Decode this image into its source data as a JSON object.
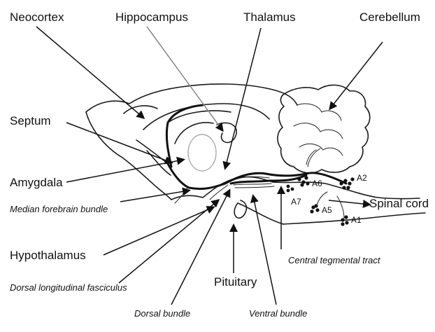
{
  "labels": {
    "neocortex": "Neocortex",
    "hippocampus": "Hippocampus",
    "thalamus": "Thalamus",
    "cerebellum": "Cerebellum",
    "septum": "Septum",
    "amygdala": "Amygdala",
    "median_forebrain_bundle": "Median forebrain bundle",
    "hypothalamus": "Hypothalamus",
    "dorsal_longitudinal_fasciculus": "Dorsal longitudinal fasciculus",
    "dorsal_bundle": "Dorsal bundle",
    "ventral_bundle": "Ventral bundle",
    "pituitary": "Pituitary",
    "central_tegmental_tract": "Central tegmental tract",
    "spinal_cord": "Spinal cord"
  },
  "cell_groups": {
    "a1": "A1",
    "a2": "A2",
    "a5": "A5",
    "a6": "A6",
    "a7": "A7"
  }
}
